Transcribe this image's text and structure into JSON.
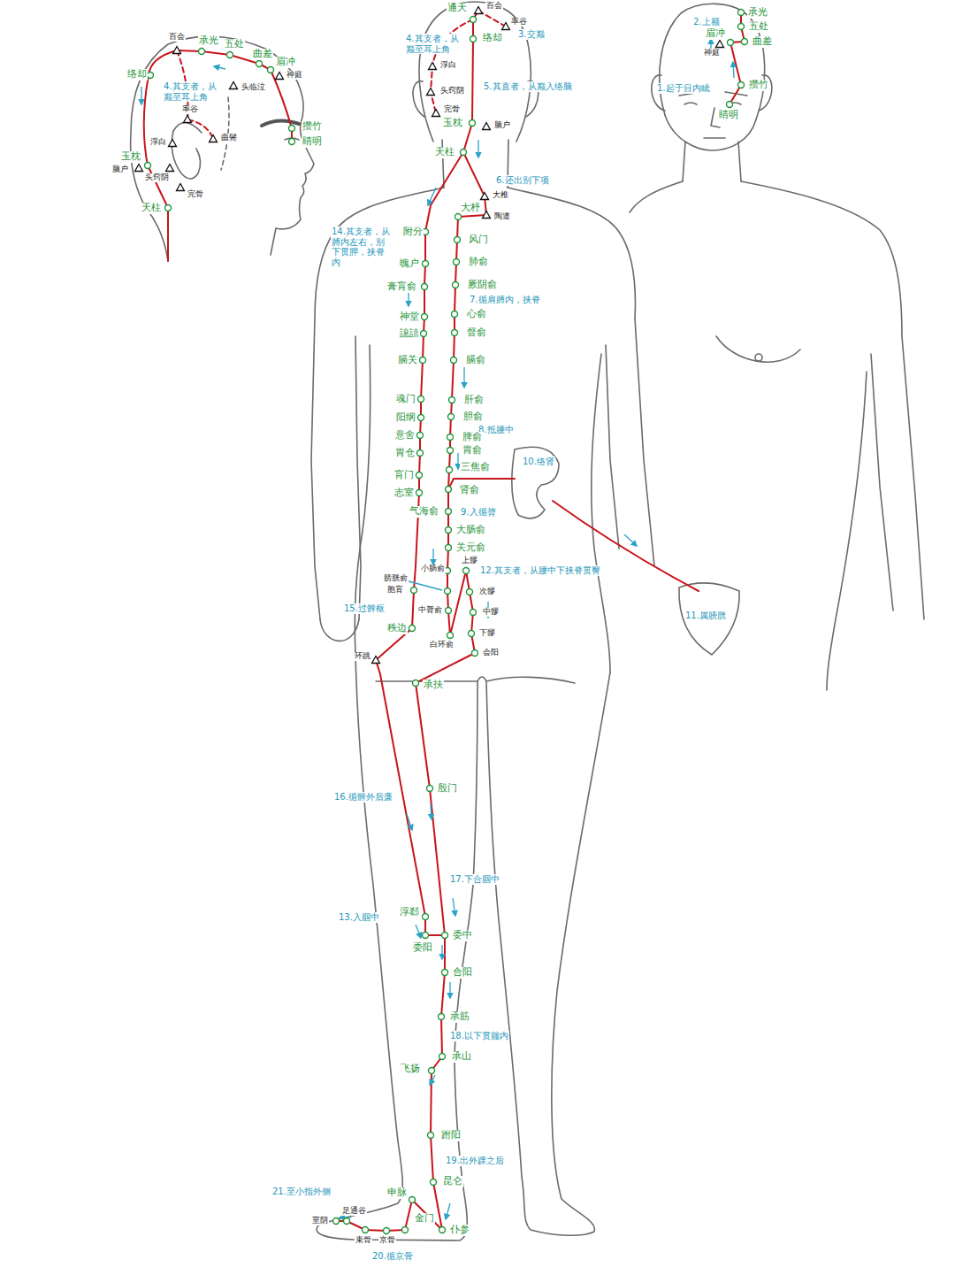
{
  "diagram": {
    "labels": [
      "百会",
      "承光",
      "五处",
      "曲差",
      "眉冲",
      "神庭",
      "络却",
      "4.其支者，从巅至耳上角",
      "头临泣",
      "率谷",
      "攒竹",
      "睛明",
      "曲鬓",
      "浮白",
      "玉枕",
      "脑户",
      "头窍阴",
      "完骨",
      "天柱",
      "通天",
      "百会",
      "率谷",
      "4.其支者，从巅至耳上角",
      "络却",
      "3.交巅",
      "浮白",
      "5.其直者，从巅入络脑",
      "头窍阴",
      "完骨",
      "玉枕",
      "脑户",
      "天柱",
      "6.还出别下项",
      "大椎",
      "大杼",
      "陶道",
      "14.其支者，从膊内左右，别下贯胛，挟脊内",
      "附分",
      "风门",
      "魄户",
      "肺俞",
      "膏肓俞",
      "厥阴俞",
      "7.循肩膊内，挟脊",
      "神堂",
      "心俞",
      "譩譆",
      "督俞",
      "膈关",
      "膈俞",
      "魂门",
      "肝俞",
      "阳纲",
      "胆俞",
      "8.抵腰中",
      "意舍",
      "脾俞",
      "胃仓",
      "胃俞",
      "10.络肾",
      "三焦俞",
      "肓门",
      "志室",
      "肾俞",
      "气海俞",
      "9.入循膂",
      "大肠俞",
      "关元俞",
      "上髎",
      "小肠俞",
      "12.其支者，从腰中下挟脊贯臀",
      "膀胱俞",
      "胞肓",
      "次髎",
      "15.过髀枢",
      "中膂俞",
      "中髎",
      "秩边",
      "下髎",
      "白环俞",
      "会阳",
      "环跳",
      "11.属膀胱",
      "承扶",
      "殷门",
      "16.循髀外后廉",
      "17.下合腘中",
      "13.入腘中",
      "浮郄",
      "委中",
      "委阳",
      "合阳",
      "承筋",
      "18.以下贯腨内",
      "承山",
      "飞扬",
      "跗阳",
      "19.出外踝之后",
      "昆仑",
      "21.至小指外侧",
      "申脉",
      "足通谷",
      "金门",
      "至阴",
      "仆参",
      "束骨",
      "京骨",
      "20.循京骨",
      "2.上额",
      "承光",
      "五处",
      "眉冲",
      "曲差",
      "神庭",
      "1.起于目内眦",
      "攒竹",
      "睛明"
    ]
  }
}
